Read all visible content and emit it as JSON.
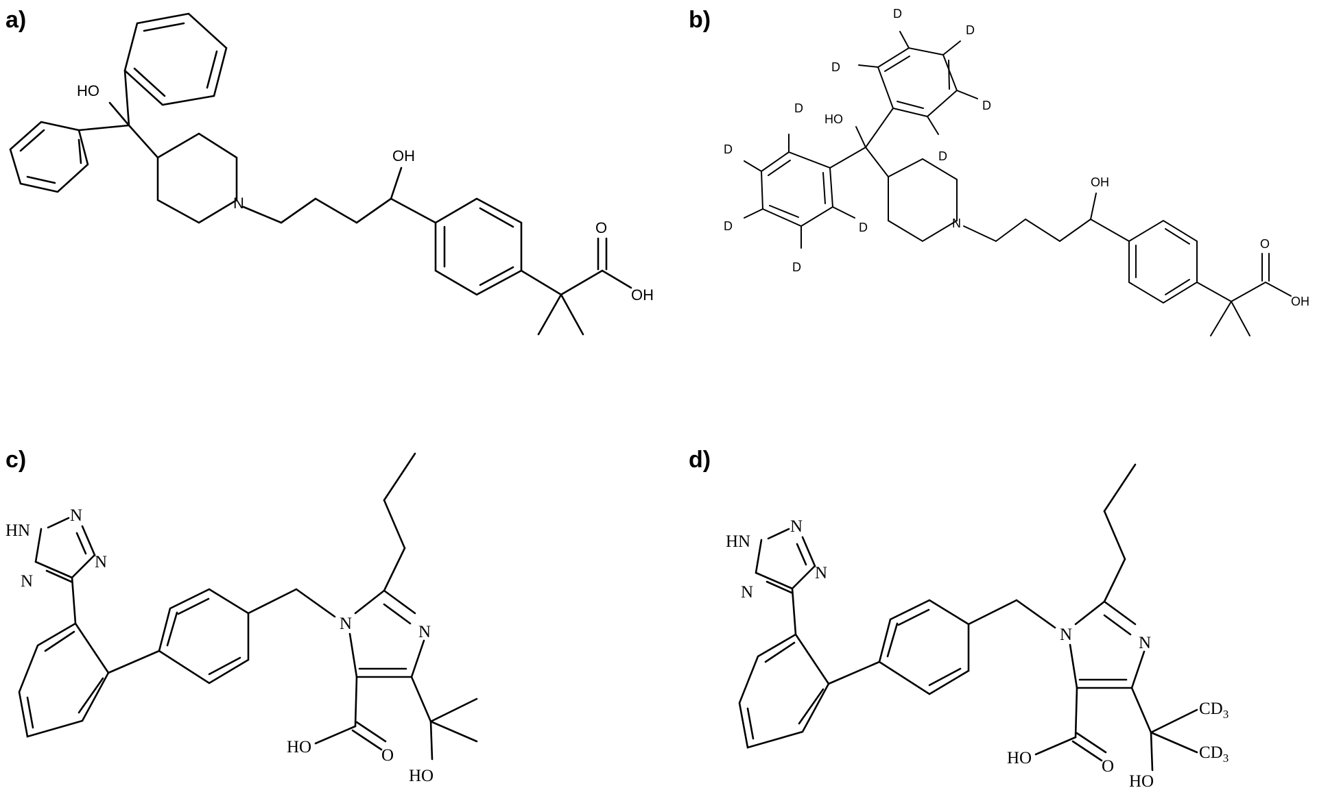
{
  "panels": [
    {
      "id": "a",
      "label": "a)"
    },
    {
      "id": "b",
      "label": "b)"
    },
    {
      "id": "c",
      "label": "c)"
    },
    {
      "id": "d",
      "label": "d)"
    }
  ],
  "atoms": {
    "oh": "OH",
    "ho": "HO",
    "n": "N",
    "o": "O",
    "d": "D",
    "nh": "HN",
    "cd": "CD",
    "cd_sub": "3"
  }
}
